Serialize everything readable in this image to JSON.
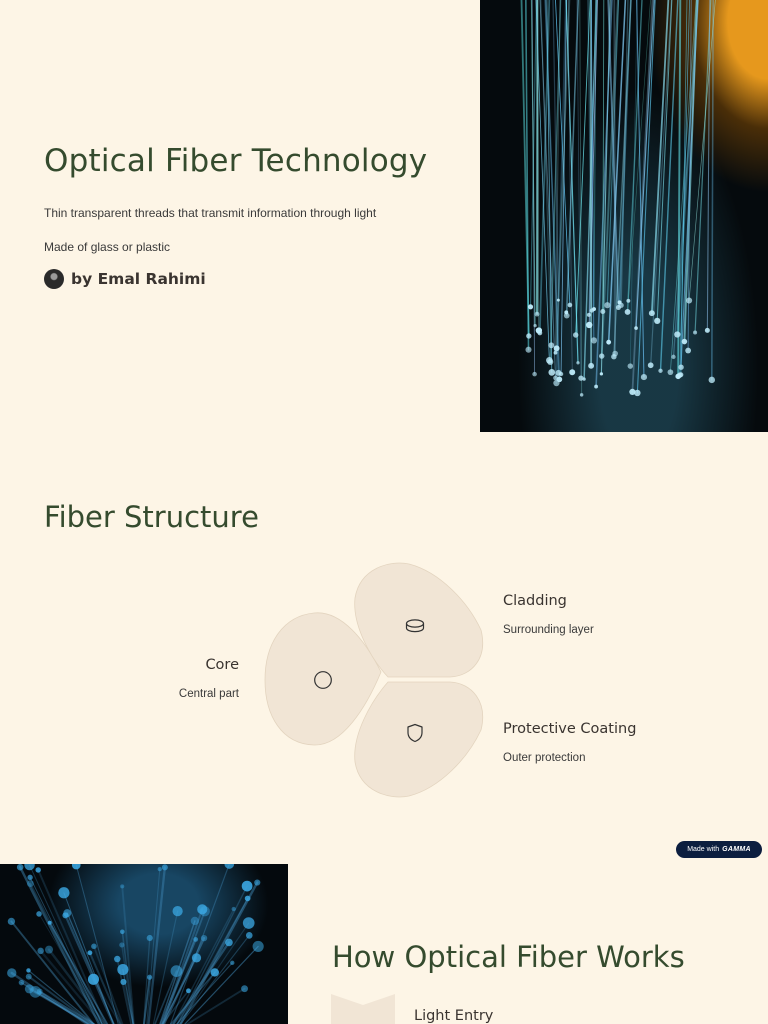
{
  "slide1": {
    "title": "Optical Fiber Technology",
    "lead1": "Thin transparent threads that transmit information through light",
    "lead2": "Made of glass or plastic",
    "author": "by Emal Rahimi",
    "image_icon": "fiber-optic-strands-image"
  },
  "slide2": {
    "title": "Fiber Structure",
    "parts": [
      {
        "label": "Core",
        "desc": "Central part",
        "icon": "circle-icon"
      },
      {
        "label": "Cladding",
        "desc": "Surrounding layer",
        "icon": "layers-disc-icon"
      },
      {
        "label": "Protective Coating",
        "desc": "Outer protection",
        "icon": "shield-icon"
      }
    ]
  },
  "badge": {
    "prefix": "Made with",
    "brand": "GAMMA"
  },
  "slide3": {
    "title": "How Optical Fiber Works",
    "steps": [
      {
        "label": "Light Entry"
      }
    ]
  },
  "colors": {
    "background": "#fdf5e6",
    "heading": "#354b2e",
    "petal": "#f1e5d5",
    "badge": "#0c1e3f"
  }
}
